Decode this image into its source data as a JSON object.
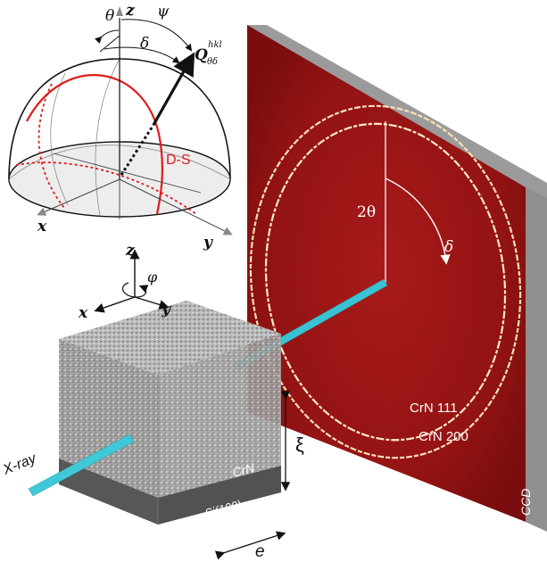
{
  "colors": {
    "detector": "#a01616",
    "detector_dark": "#6a0b0b",
    "ring": "#ffe7c8",
    "beam": "#3ec7d6",
    "red_arc": "#e01b1b",
    "sample_top": "#b7b7b7",
    "sample_front": "#9c9c9c",
    "substrate": "#5a5a5a"
  },
  "hemisphere": {
    "theta": "θ",
    "z": "z",
    "psi": "ψ",
    "delta": "δ",
    "q_main": "Q",
    "q_sub": "θδ",
    "q_sup": "hkl",
    "ds": "D-S",
    "x": "x",
    "y": "y"
  },
  "axes": {
    "z": "z",
    "phi": "φ",
    "x": "x",
    "y": "y"
  },
  "detector": {
    "two_theta": "2θ",
    "delta": "δ",
    "ring1": "CrN 111",
    "ring2": "CrN 200",
    "ccd": "CCD"
  },
  "sample": {
    "xray": "X-ray",
    "film": "CrN",
    "substrate": "Si(100)",
    "xi": "ξ",
    "e": "e"
  }
}
